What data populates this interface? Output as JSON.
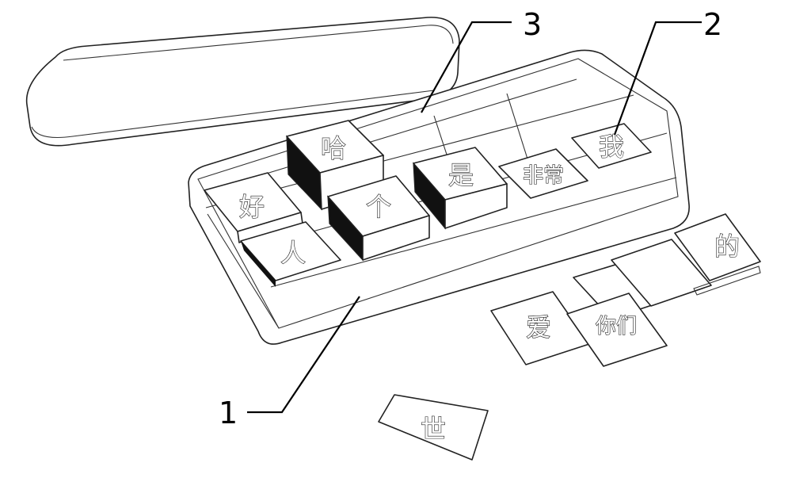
{
  "callouts": {
    "box": "1",
    "divider": "2",
    "slot": "3"
  },
  "blocks": {
    "ha": "哈",
    "hao": "好",
    "ren": "人",
    "ge": "个",
    "shi": "是",
    "feichang": "非常",
    "wo": "我"
  },
  "cards": {
    "ai": "爱",
    "nimen": "你们",
    "de": "的",
    "loose": "世"
  }
}
